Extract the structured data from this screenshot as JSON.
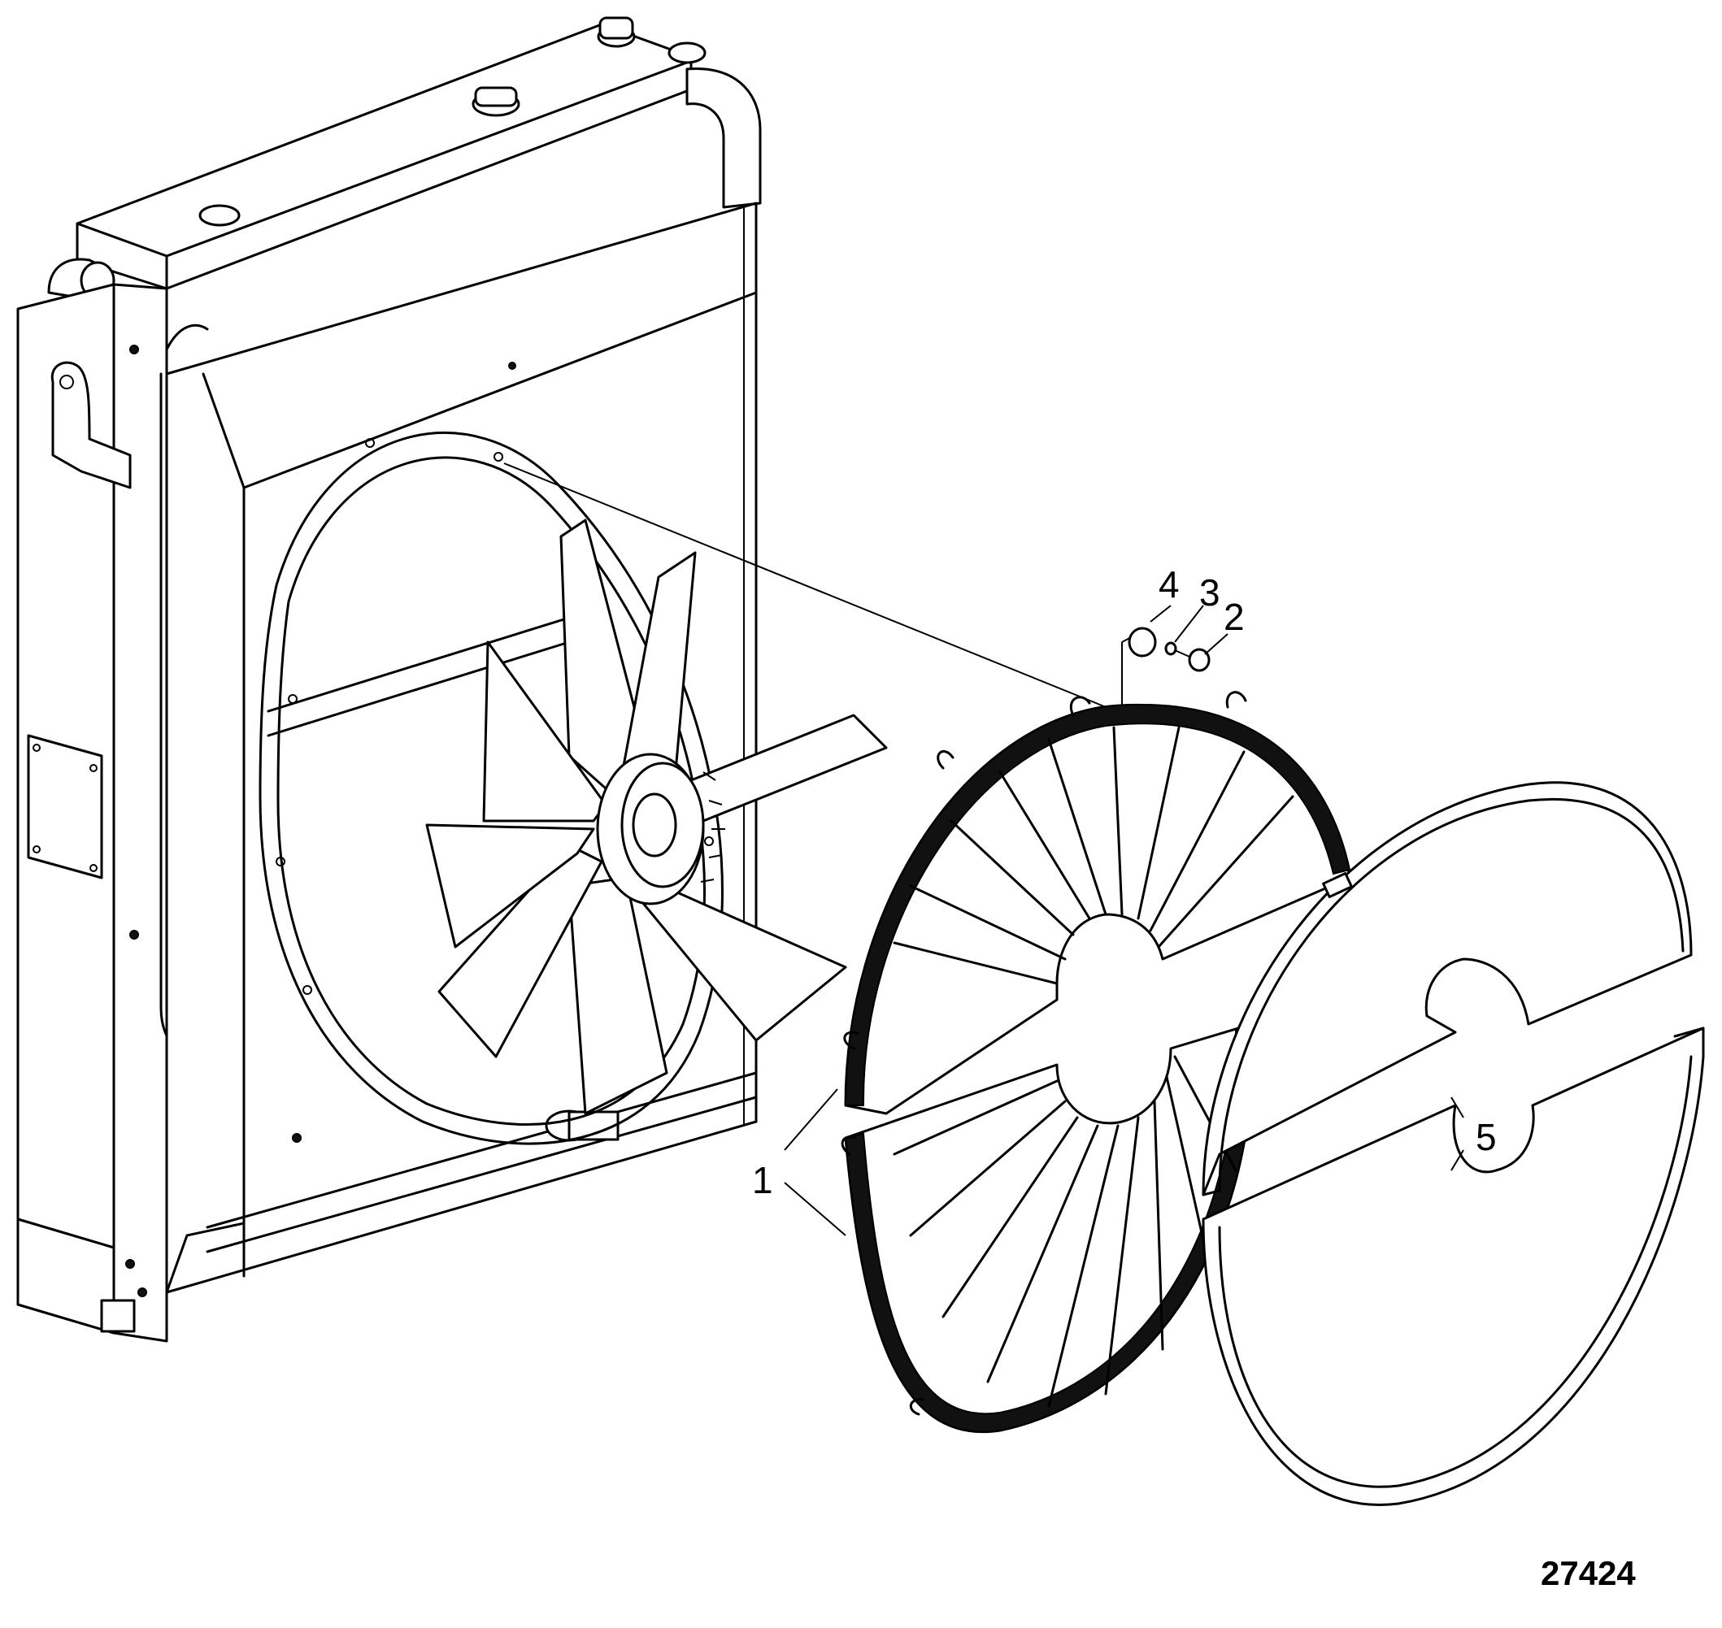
{
  "callouts": {
    "c1": "1",
    "c2": "2",
    "c3": "3",
    "c4": "4",
    "c5": "5"
  },
  "figure_number": "27424",
  "colors": {
    "line": "#000000",
    "background": "#ffffff"
  }
}
